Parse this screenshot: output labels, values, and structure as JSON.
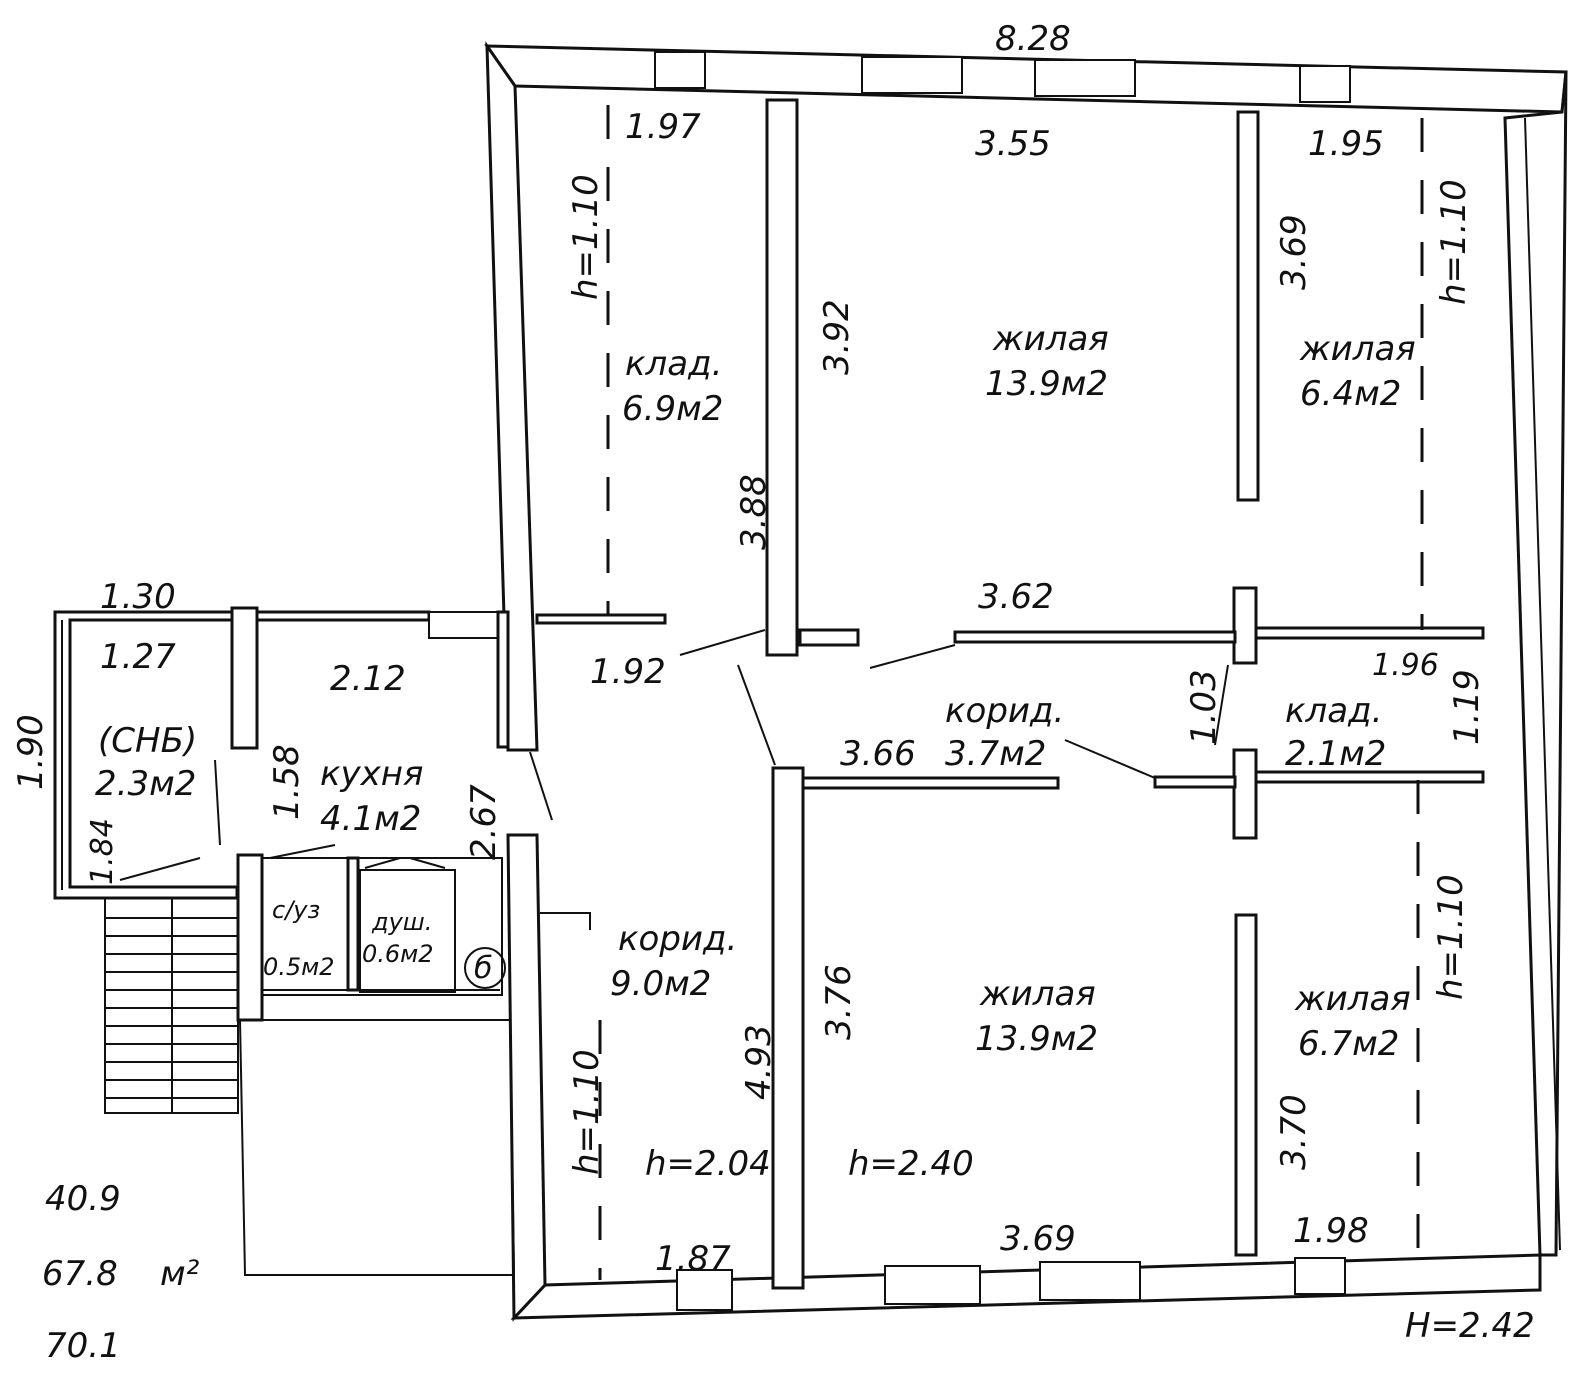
{
  "totals": {
    "living_area": "40.9",
    "total_area": "67.8",
    "unit": "м²",
    "gross_area": "70.1"
  },
  "heights": {
    "building": "H=2.42",
    "corridor": "h=2.04",
    "living": "h=2.40"
  },
  "dimensions": {
    "overall_top": "8.28",
    "storage_top": "1.97",
    "living_top_width": "3.55",
    "living_top_right_width": "1.95",
    "storage_depth": "3.92",
    "storage_left": "3.88",
    "living_right_top_depth": "3.69",
    "corridor_upper": "3.62",
    "corridor_lower": "3.66",
    "corridor_entry": "1.92",
    "small_storage_width": "1.96",
    "small_storage_depth": "1.03",
    "small_storage_right": "1.19",
    "kitchen_width": "2.12",
    "kitchen_depth": "1.58",
    "kitchen_right": "2.67",
    "snb_outer": "1.30",
    "snb_inner": "1.27",
    "snb_height": "1.90",
    "snb_depth": "1.84",
    "living_bottom_depth": "3.76",
    "corridor_depth": "4.93",
    "corridor_bottom": "1.87",
    "living_bottom_width": "3.69",
    "living_bottom_right_width": "1.98",
    "living_right_bottom_depth": "3.70",
    "window_h_1": "h=1.10",
    "window_h_2": "h=1.10",
    "window_h_3": "h=1.10",
    "window_h_4": "h=1.10"
  },
  "rooms": {
    "storage_top": {
      "name": "клад.",
      "area": "6.9м2"
    },
    "living_top": {
      "name": "жилая",
      "area": "13.9м2"
    },
    "living_top_right": {
      "name": "жилая",
      "area": "6.4м2"
    },
    "corridor_small": {
      "name": "корид.",
      "area": "3.7м2"
    },
    "storage_small": {
      "name": "клад.",
      "area": "2.1м2"
    },
    "snb": {
      "name": "(СНБ)",
      "area": "2.3м2"
    },
    "kitchen": {
      "name": "кухня",
      "area": "4.1м2"
    },
    "wc": {
      "name": "с/уз",
      "area": "0.5м2"
    },
    "shower": {
      "name": "душ.",
      "area": "0.6м2"
    },
    "corridor_main": {
      "name": "корид.",
      "area": "9.0м2"
    },
    "living_bottom": {
      "name": "жилая",
      "area": "13.9м2"
    },
    "living_bottom_right": {
      "name": "жилая",
      "area": "6.7м2"
    }
  },
  "symbols": {
    "boiler": "б"
  }
}
